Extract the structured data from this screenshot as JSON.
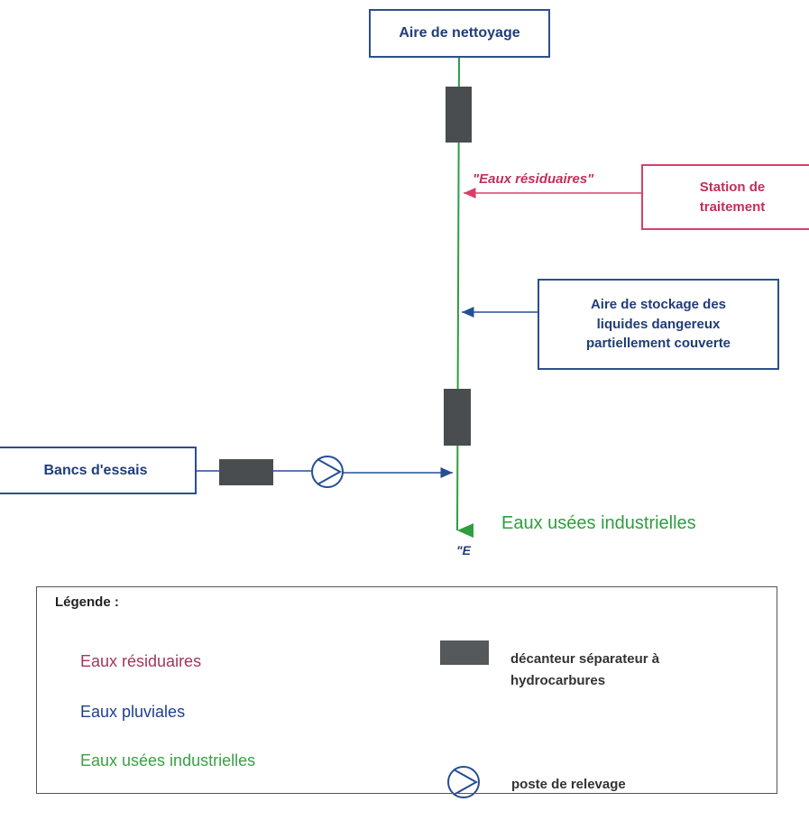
{
  "colors": {
    "green": "#2e9e3e",
    "blue": "#244f95",
    "red": "#d6406a",
    "legend_red": "#a2365a",
    "legend_blue": "#1f3f8f",
    "legend_green": "#3aa043"
  },
  "diagram": {
    "box_top": "Aire de nettoyage",
    "box_station": "Station de\ntraitement",
    "box_storage": "Aire de stockage des\nliquides dangereux\npartiellement couverte",
    "box_bancs": "Bancs d'essais",
    "label_residuaires": "\"Eaux résiduaires\"",
    "label_usees": "Eaux usées industrielles",
    "label_bottom_fragment": "\"E"
  },
  "legend": {
    "title": "Légende :",
    "item_residuaires": "Eaux résiduaires",
    "item_pluviales": "Eaux pluviales",
    "item_usees": "Eaux usées industrielles",
    "item_separator": "décanteur séparateur à\nhydrocarbures",
    "item_pump": "poste de relevage",
    "separator_icon": "separator-icon",
    "pump_icon": "pump-icon"
  }
}
